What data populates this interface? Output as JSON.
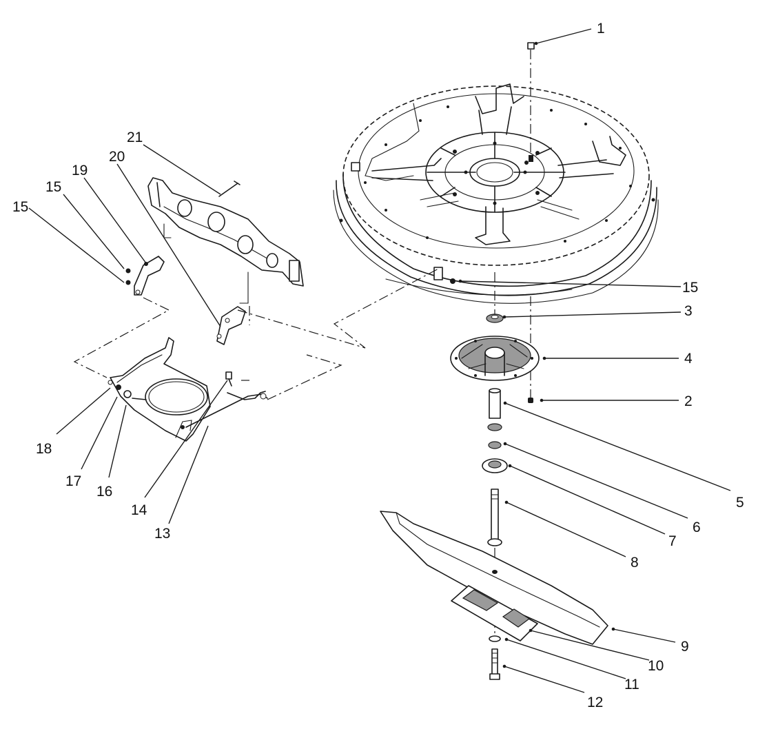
{
  "callouts": [
    {
      "id": "1",
      "text": "1"
    },
    {
      "id": "2",
      "text": "2"
    },
    {
      "id": "3",
      "text": "3"
    },
    {
      "id": "4",
      "text": "4"
    },
    {
      "id": "5",
      "text": "5"
    },
    {
      "id": "6",
      "text": "6"
    },
    {
      "id": "7",
      "text": "7"
    },
    {
      "id": "8",
      "text": "8"
    },
    {
      "id": "9",
      "text": "9"
    },
    {
      "id": "10",
      "text": "10"
    },
    {
      "id": "11",
      "text": "11"
    },
    {
      "id": "12",
      "text": "12"
    },
    {
      "id": "13",
      "text": "13"
    },
    {
      "id": "14",
      "text": "14"
    },
    {
      "id": "15a",
      "text": "15"
    },
    {
      "id": "15b",
      "text": "15"
    },
    {
      "id": "15c",
      "text": "15"
    },
    {
      "id": "16",
      "text": "16"
    },
    {
      "id": "17",
      "text": "17"
    },
    {
      "id": "18",
      "text": "18"
    },
    {
      "id": "19",
      "text": "19"
    },
    {
      "id": "20",
      "text": "20"
    },
    {
      "id": "21",
      "text": "21"
    }
  ]
}
